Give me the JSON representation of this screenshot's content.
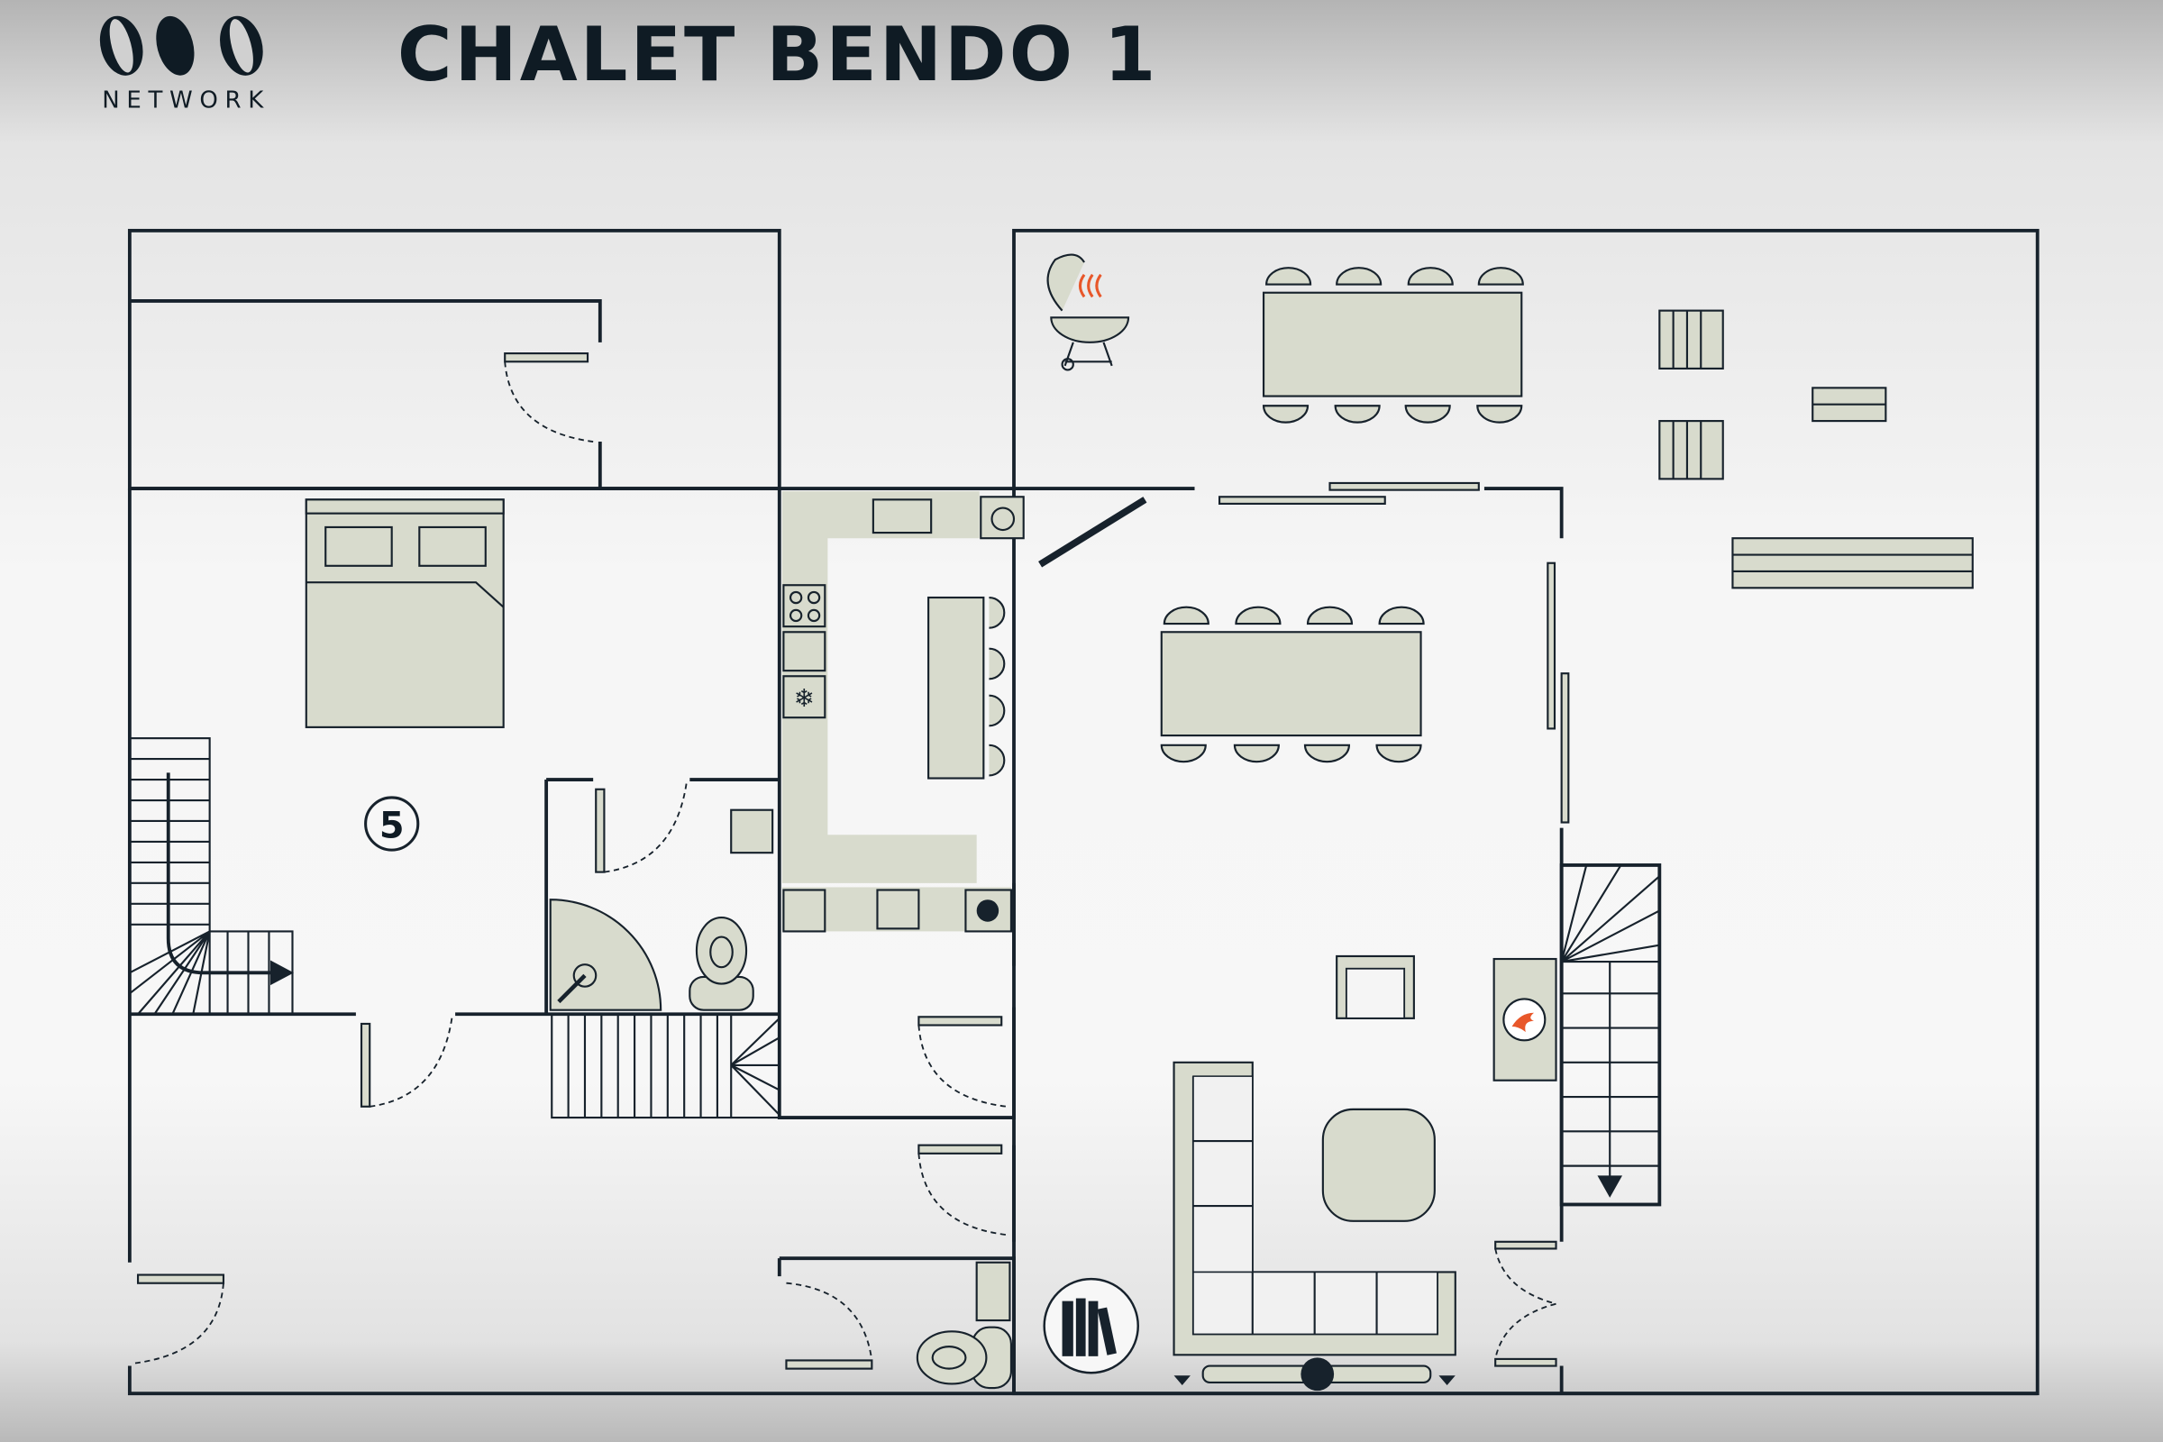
{
  "header": {
    "logo_text": "NETWORK",
    "title": "CHALET BENDO 1"
  },
  "plan": {
    "room_number": "5"
  },
  "colors": {
    "wall": "#17222c",
    "furniture": "#d8dbcd",
    "fire_accent": "#e8572a"
  }
}
